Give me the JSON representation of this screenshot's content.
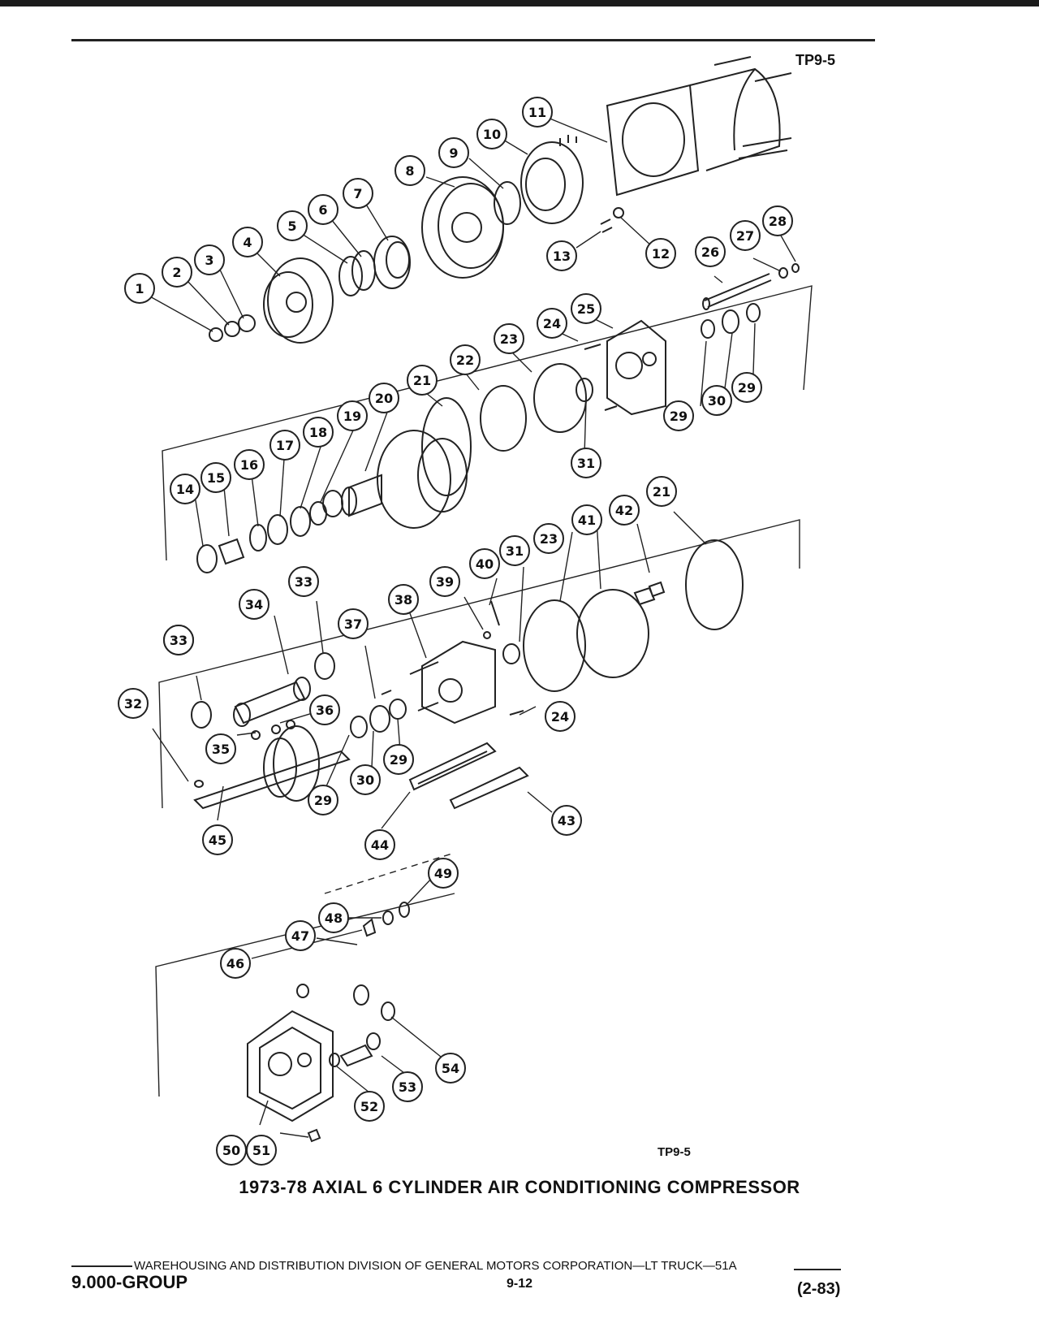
{
  "figure_id_top": "TP9-5",
  "figure_id_bottom": "TP9-5",
  "caption": "1973-78 AXIAL 6 CYLINDER AIR CONDITIONING COMPRESSOR",
  "footer": {
    "publisher": "WAREHOUSING AND DISTRIBUTION  DIVISION OF GENERAL MOTORS CORPORATION—LT TRUCK—51A",
    "group": "9.000-GROUP",
    "page": "9-12",
    "revision": "(2-83)"
  },
  "callouts": [
    "1",
    "2",
    "3",
    "4",
    "5",
    "6",
    "7",
    "8",
    "9",
    "10",
    "11",
    "12",
    "13",
    "14",
    "15",
    "16",
    "17",
    "18",
    "19",
    "20",
    "21",
    "22",
    "23",
    "24",
    "25",
    "26",
    "27",
    "28",
    "29",
    "30",
    "31",
    "32",
    "33",
    "34",
    "35",
    "36",
    "37",
    "38",
    "39",
    "40",
    "41",
    "42",
    "43",
    "44",
    "45",
    "46",
    "47",
    "48",
    "49",
    "50",
    "51",
    "52",
    "53",
    "54"
  ]
}
